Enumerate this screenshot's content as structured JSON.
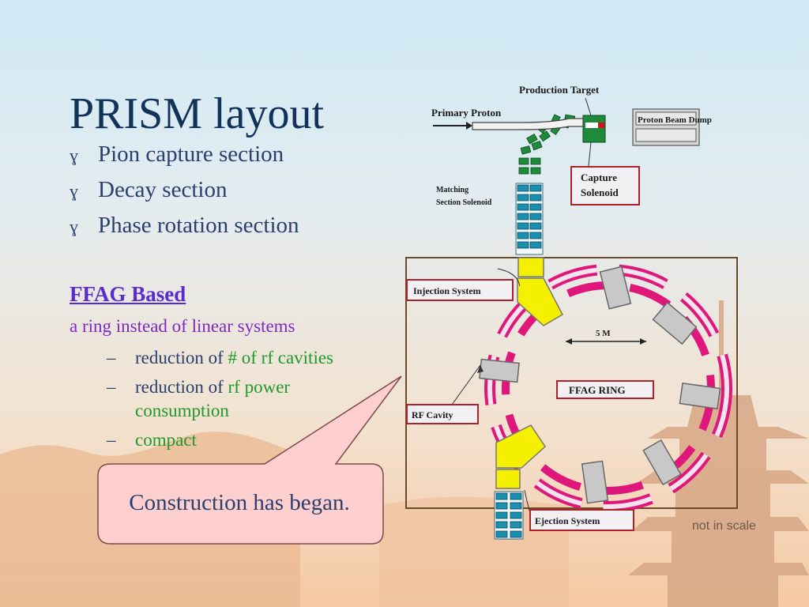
{
  "slide": {
    "title": "PRISM layout",
    "bullet_mark": "ɣ",
    "bullets": [
      "Pion capture section",
      "Decay section",
      "Phase rotation section"
    ],
    "ffag_heading": "FFAG Based",
    "ring_note": "a ring instead of linear systems",
    "sub_dash": "–",
    "sub_items": {
      "rf_cavities_prefix": "reduction of ",
      "rf_cavities_highlight": "# of rf cavities",
      "rf_power_prefix": "reduction of ",
      "rf_power_highlight_1": "rf power",
      "rf_power_highlight_2": "consumption",
      "compact": "compact"
    },
    "callout": "Construction has began."
  },
  "diagram": {
    "primary_proton": "Primary Proton",
    "production_target": "Production Target",
    "proton_beam_dump": "Proton Beam Dump",
    "capture_solenoid_1": "Capture",
    "capture_solenoid_2": "Solenoid",
    "matching_1": "Matching",
    "matching_2": "Section Solenoid",
    "injection_system": "Injection System",
    "scale": "5 M",
    "ffag_ring": "FFAG RING",
    "rf_cavity": "RF Cavity",
    "ejection_system": "Ejection System",
    "not_in_scale": "not in scale"
  },
  "colors": {
    "title": "#13325a",
    "magnet": "#e0177a",
    "solenoid_green": "#1f8a3a",
    "solenoid_blue": "#1a8fb0",
    "kicker_yellow": "#f5ef00",
    "label_border": "#b0202a",
    "highlight_green": "#1f9a2a"
  }
}
